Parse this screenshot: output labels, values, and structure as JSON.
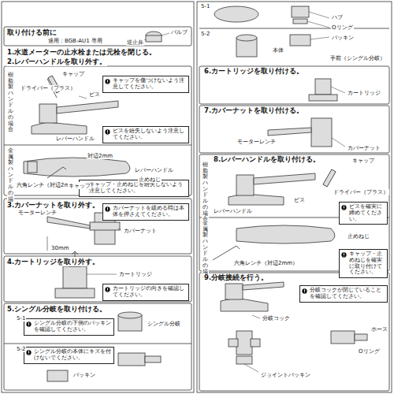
{
  "diagram": {
    "nodes": [
      {
        "text": [
          "キャップを傷つけないよう注意してください。"
        ]
      },
      {
        "text": [
          "ビスを紛失しないよう注意してください。"
        ]
      },
      {
        "text": [
          "キャップ・止めねじを紛失しないよう注意してください。"
        ]
      },
      {
        "text": [
          "カバーナットを緩める時は本体を押さえてください。"
        ]
      },
      {
        "text": [
          "カートリッジの向きを確認してください。"
        ]
      },
      {
        "text": [
          "シングル分岐の下側のパッキンを確認してください。"
        ]
      },
      {
        "text": [
          "シングル分岐の本体にキズを付けないでください。"
        ]
      },
      {
        "text": [
          "ビスを確実に締めてください。"
        ]
      },
      {
        "text": [
          "キャップ・止めねじを確実に取り付けてください。"
        ]
      },
      {
        "text": [
          "分岐コックが閉じていることを確認してください。"
        ]
      }
    ],
    "labels": [
      "取り付ける前に",
      "バルブ",
      "逆止弁",
      "適用：BGB-AU1 専用",
      "1.水道メーターの止水栓または元栓を閉じる。",
      "2.レバーハンドルを取り外す。",
      "樹脂製ハンドルの場合",
      "金属製ハンドルの場合",
      "ドライバー（プラス）",
      "キャップ",
      "ビス",
      "レバーハンドル",
      "レバーハンドル",
      "六角レンチ（対辺2mm）",
      "対辺2mm",
      "止めねじ",
      "キャップ",
      "3.カバーナットを取り外す。",
      "モーターレンチ",
      "30mm",
      "カバーナット",
      "4.カートリッジを取り外す。",
      "カートリッジ",
      "5.シングル分岐を取り付ける。",
      "5-1",
      "5-2",
      "シングル分岐",
      "パッキン",
      "5-1",
      "5-2",
      "ハブ",
      "Oリング",
      "パッキン",
      "本体",
      "手前（シングル分岐）",
      "6.カートリッジを取り付ける。",
      "カートリッジ",
      "7.カバーナットを取り付ける。",
      "モーターレンチ",
      "カバーナット",
      "8.レバーハンドルを取り付ける。",
      "樹脂製ハンドルの場合",
      "金属製ハンドルの場合",
      "キャップ",
      "ドライバー（プラス）",
      "レバーハンドル",
      "ビス",
      "止めねじ",
      "六角レンチ（対辺2mm）",
      "9.分岐接続を行う。",
      "分岐コック",
      "ジョイントパッキン",
      "Oリング",
      "ホース"
    ]
  }
}
